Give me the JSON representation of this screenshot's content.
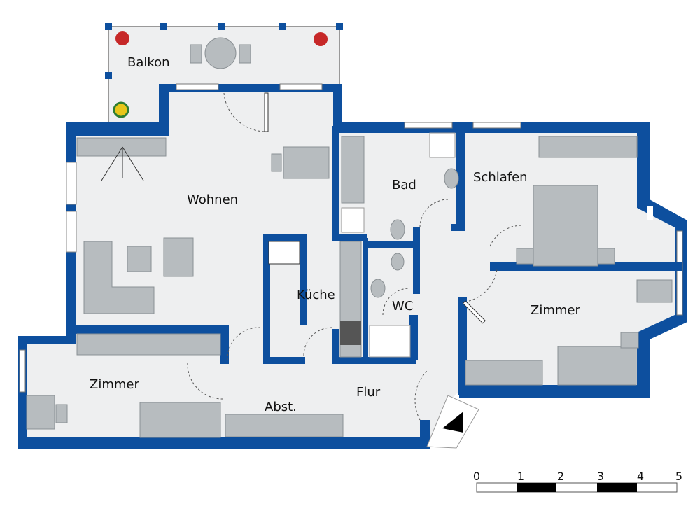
{
  "rooms": {
    "balkon": "Balkon",
    "wohnen": "Wohnen",
    "bad": "Bad",
    "schlafen": "Schlafen",
    "kueche": "Küche",
    "wc": "WC",
    "zimmer_right": "Zimmer",
    "zimmer_left": "Zimmer",
    "flur": "Flur",
    "abst": "Abst."
  },
  "scale_bar": {
    "ticks": [
      "0",
      "1",
      "2",
      "3",
      "4",
      "5"
    ]
  },
  "colors": {
    "wall": "#0d4f9e",
    "floor": "#eeeff0",
    "furniture": "#b7bcbf"
  }
}
